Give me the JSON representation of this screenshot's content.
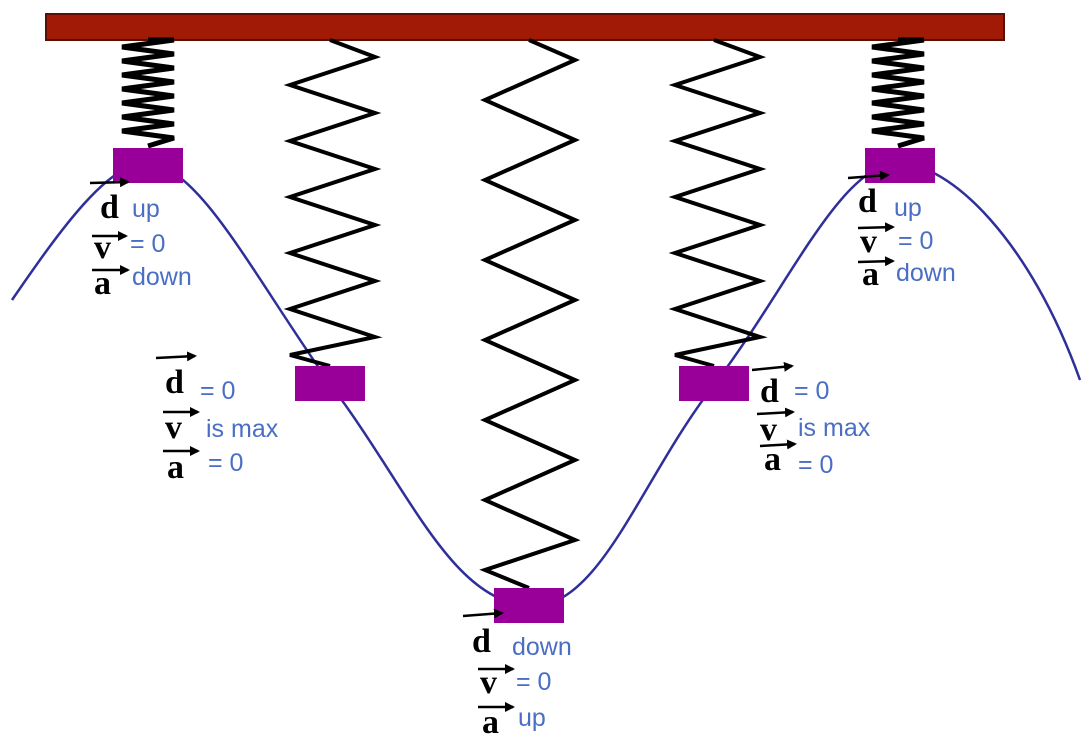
{
  "colors": {
    "ceiling": "#a01a06",
    "spring": "#000000",
    "mass": "#990099",
    "wave": "#2f2f9a",
    "label_text": "#4a6ec4"
  },
  "symbols": {
    "displacement": "d",
    "velocity": "v",
    "acceleration": "a"
  },
  "positions": [
    {
      "id": "top-left",
      "d_text": "up",
      "v_text": "= 0",
      "a_text": "down"
    },
    {
      "id": "mid-left",
      "d_text": "= 0",
      "v_text": "is max",
      "a_text": "= 0"
    },
    {
      "id": "bottom",
      "d_text": "down",
      "v_text": "= 0",
      "a_text": "up"
    },
    {
      "id": "mid-right",
      "d_text": "= 0",
      "v_text": "is max",
      "a_text": "= 0"
    },
    {
      "id": "top-right",
      "d_text": "up",
      "v_text": "= 0",
      "a_text": "down"
    }
  ]
}
